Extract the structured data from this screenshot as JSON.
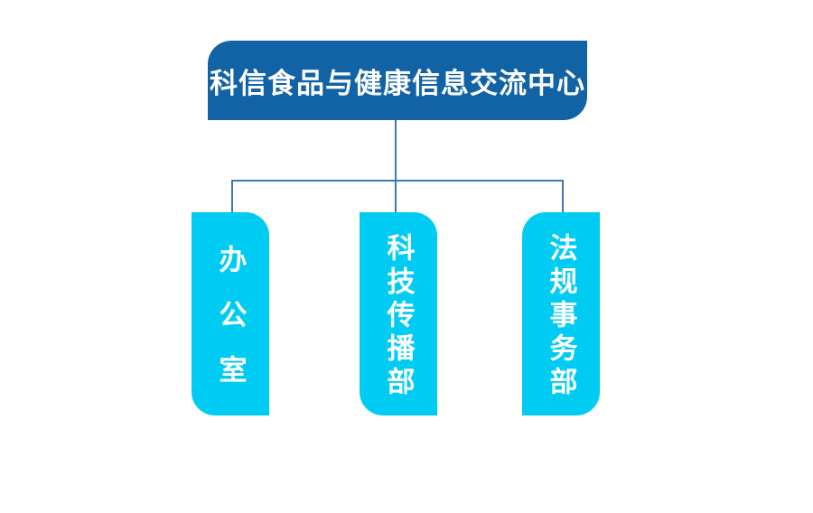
{
  "org_chart": {
    "type": "organization-diagram",
    "root": {
      "label": "科信食品与健康信息交流中心"
    },
    "departments": [
      {
        "id": "office",
        "label": "办公室"
      },
      {
        "id": "tech-communication",
        "label": "科技传播部"
      },
      {
        "id": "regulatory-affairs",
        "label": "法规事务部"
      }
    ],
    "colors": {
      "root_fill": "#1263A5",
      "department_fill": "#00CCF3",
      "connector": "#3C79B0",
      "text": "#FFFFFF",
      "background": "#FFFFFF"
    }
  }
}
